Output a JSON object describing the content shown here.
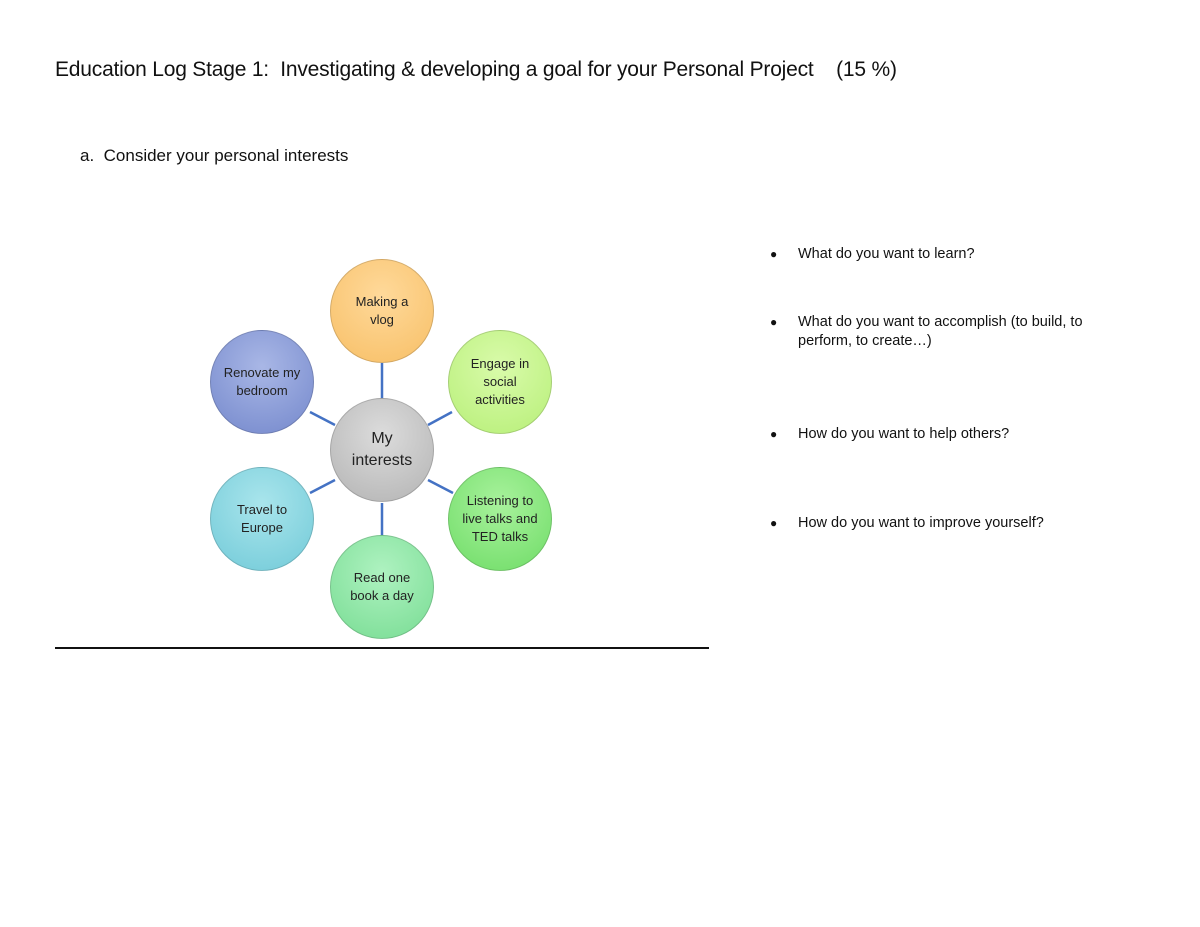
{
  "title": "Education Log Stage 1:  Investigating & developing a goal for your Personal Project    (15 %)",
  "section": {
    "label": "a.",
    "text": "Consider your personal interests"
  },
  "diagram": {
    "center": {
      "label": "My interests",
      "color": "#c4c4c4"
    },
    "nodes": [
      {
        "label": "Making a vlog",
        "color": "#fcc97a"
      },
      {
        "label": "Engage in social activities",
        "color": "#c6f58c"
      },
      {
        "label": "Listening to live talks and TED talks",
        "color": "#86e67c"
      },
      {
        "label": "Read one book a day",
        "color": "#8fe8a6"
      },
      {
        "label": "Travel to Europe",
        "color": "#8ad6e0"
      },
      {
        "label": "Renovate my bedroom",
        "color": "#8d9fd8"
      }
    ],
    "connector_color": "#4472c4"
  },
  "questions": [
    "What do you want to learn?",
    "What do you want to accomplish (to build, to perform, to create…)",
    "How do you want to help others?",
    "How do you want to improve yourself?"
  ]
}
